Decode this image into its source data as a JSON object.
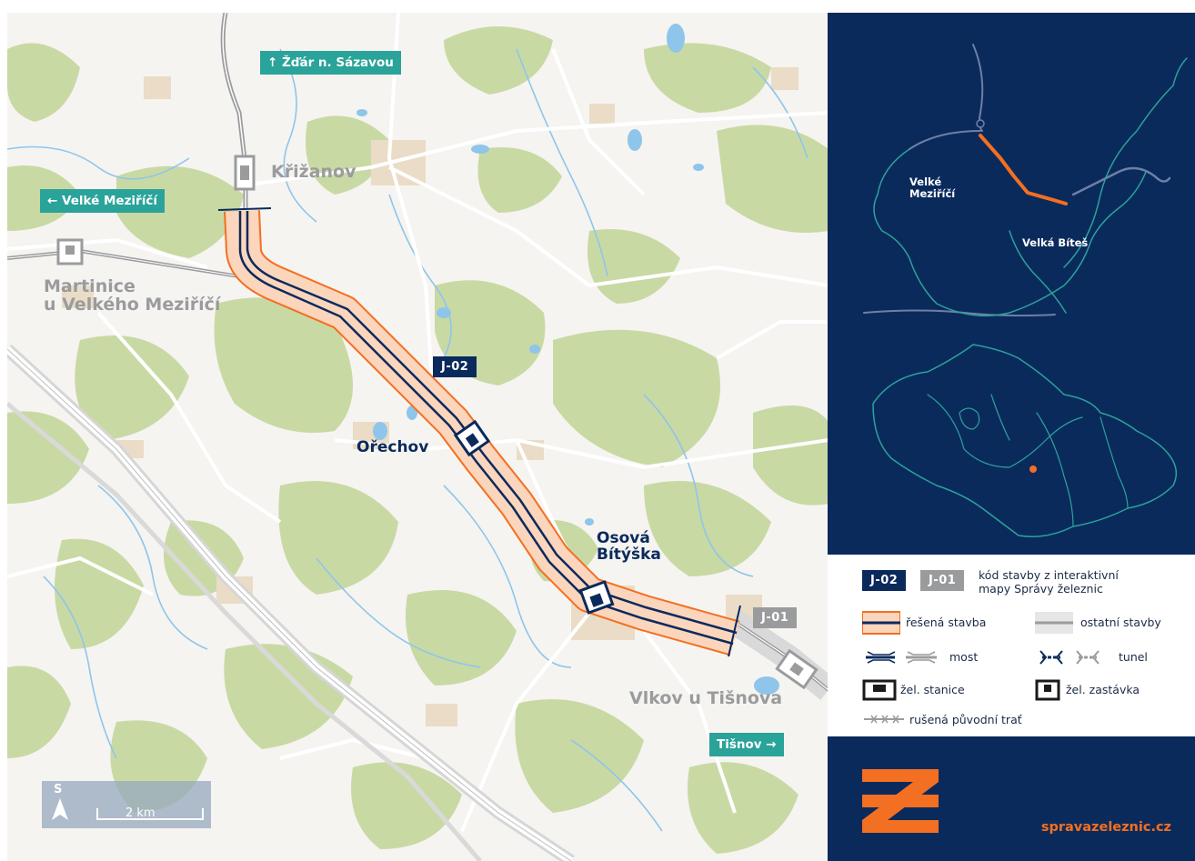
{
  "map": {
    "towns": {
      "krizanov": "Křižanov",
      "martinice_line1": "Martinice",
      "martinice_line2": "u Velkého Meziříčí",
      "orechov": "Ořechov",
      "osova_line1": "Osová",
      "osova_line2": "Bítýška",
      "vlkov": "Vlkov u Tišnova"
    },
    "directions": {
      "zdar": "↑ Žďár n. Sázavou",
      "velke_mezirici": "← Velké Meziříčí",
      "tisnov": "Tišnov →"
    },
    "codes": {
      "j02": "J-02",
      "j01": "J-01"
    },
    "scale": {
      "north": "S",
      "distance": "2 km"
    }
  },
  "overview": {
    "labels": {
      "velke_line1": "Velké",
      "velke_line2": "Meziříčí",
      "bites": "Velká Bíteš"
    }
  },
  "legend": {
    "code_j02": "J-02",
    "code_j01": "J-01",
    "code_desc_line1": "kód stavby z interaktivní",
    "code_desc_line2": "mapy Správy železnic",
    "resena": "řešená stavba",
    "ostatni": "ostatní stavby",
    "most": "most",
    "tunel": "tunel",
    "stanice": "žel. stanice",
    "zastavka": "žel. zastávka",
    "rusena": "rušená původní trať"
  },
  "brand": {
    "url": "spravazeleznic.cz"
  },
  "colors": {
    "navy": "#0b2a5c",
    "orange": "#f36f21",
    "teal": "#2aa39a",
    "gray": "#9a9b9d",
    "forest": "#c9d9a4",
    "water": "#8fc5ea"
  }
}
